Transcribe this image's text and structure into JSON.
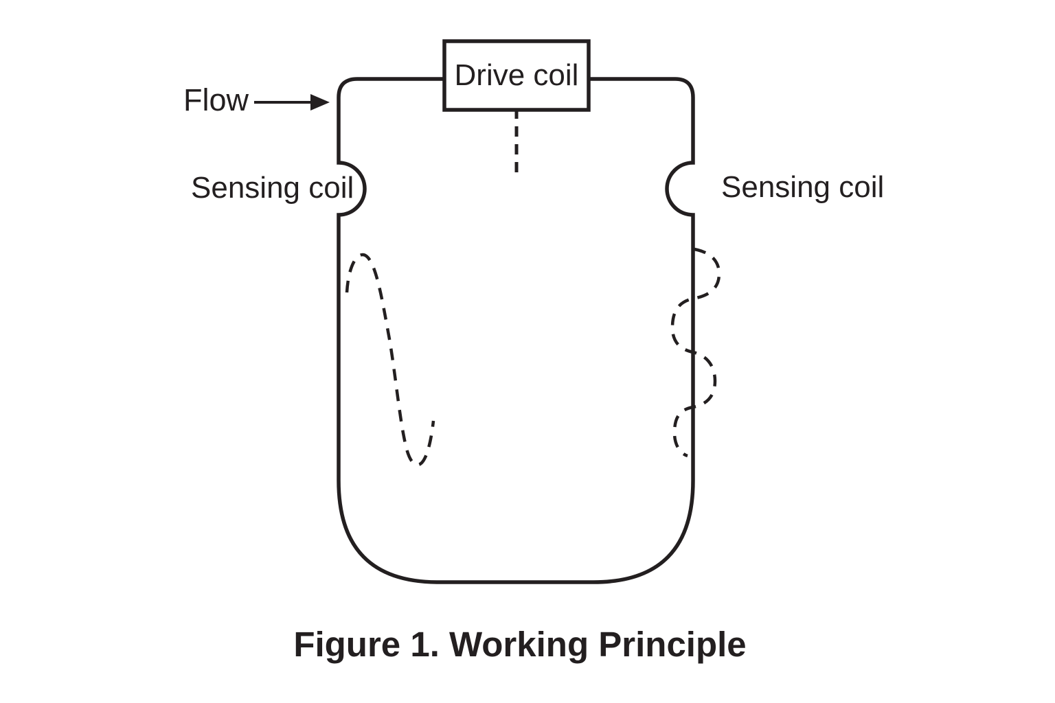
{
  "figure": {
    "caption": "Figure 1. Working Principle",
    "labels": {
      "flow": "Flow",
      "drive_coil": "Drive coil",
      "sensing_coil_left": "Sensing coil",
      "sensing_coil_right": "Sensing coil"
    },
    "colors": {
      "line": "#231f20",
      "background": "#ffffff"
    }
  }
}
